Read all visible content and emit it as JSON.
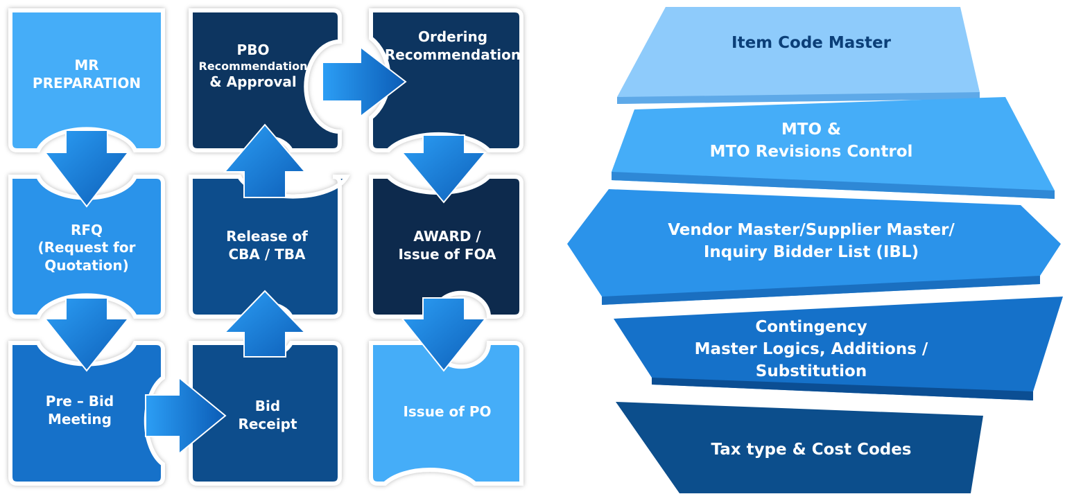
{
  "colors": {
    "lightest": "#45adf8",
    "light": "#2b93ea",
    "medium": "#1571c9",
    "deep": "#0c4e8c",
    "dark": "#0b3660",
    "darkest": "#072a4e",
    "arrow": "#1d88e5"
  },
  "flow_steps": [
    {
      "lines": [
        "MR",
        "PREPARATION"
      ]
    },
    {
      "lines": [
        "RFQ",
        "(Request for",
        "Quotation)"
      ]
    },
    {
      "lines": [
        "Pre – Bid",
        "Meeting"
      ]
    },
    {
      "lines": [
        "Bid",
        "Receipt"
      ]
    },
    {
      "lines": [
        "Release of",
        "CBA / TBA"
      ]
    },
    {
      "lines": [
        "PBO",
        "Recommendation",
        "& Approval"
      ]
    },
    {
      "lines": [
        "Ordering",
        "Recommendation"
      ]
    },
    {
      "lines": [
        "AWARD /",
        "Issue of FOA"
      ]
    },
    {
      "lines": [
        "Issue of PO"
      ]
    }
  ],
  "masters": [
    {
      "lines": [
        "Item Code Master"
      ]
    },
    {
      "lines": [
        "MTO &",
        "MTO Revisions Control"
      ]
    },
    {
      "lines": [
        "Vendor Master/Supplier Master/",
        "Inquiry Bidder List (IBL)"
      ]
    },
    {
      "lines": [
        "Contingency",
        "Master Logics, Additions /",
        "Substitution"
      ]
    },
    {
      "lines": [
        "Tax type & Cost Codes"
      ]
    }
  ]
}
